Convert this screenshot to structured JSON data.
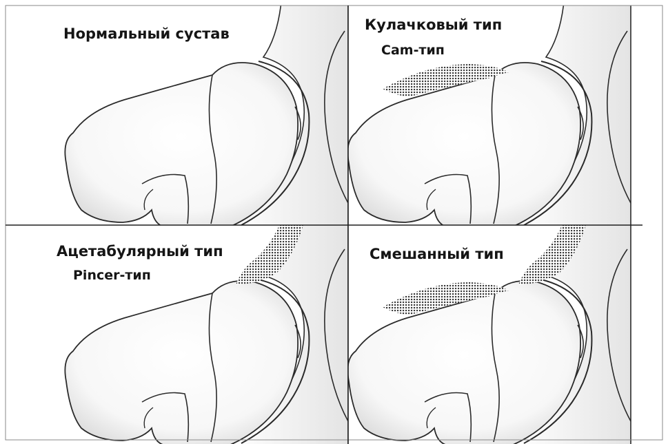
{
  "panels": [
    {
      "title": "Нормальный сустав",
      "subtitle": "",
      "cam": false,
      "pincer": false
    },
    {
      "title": "Кулачковый тип",
      "subtitle": "Cam-тип",
      "cam": true,
      "pincer": false
    },
    {
      "title": "Ацетабулярный тип",
      "subtitle": "Pincer-тип",
      "cam": false,
      "pincer": true
    },
    {
      "title": "Смешанный тип",
      "subtitle": "",
      "cam": true,
      "pincer": true
    }
  ],
  "colors": {
    "line": "#2a2a2a",
    "bone_fill": "#f6f6f6",
    "shadow": "#9a9a9a",
    "hatch": "#3a3a3a",
    "background": "#ffffff"
  }
}
